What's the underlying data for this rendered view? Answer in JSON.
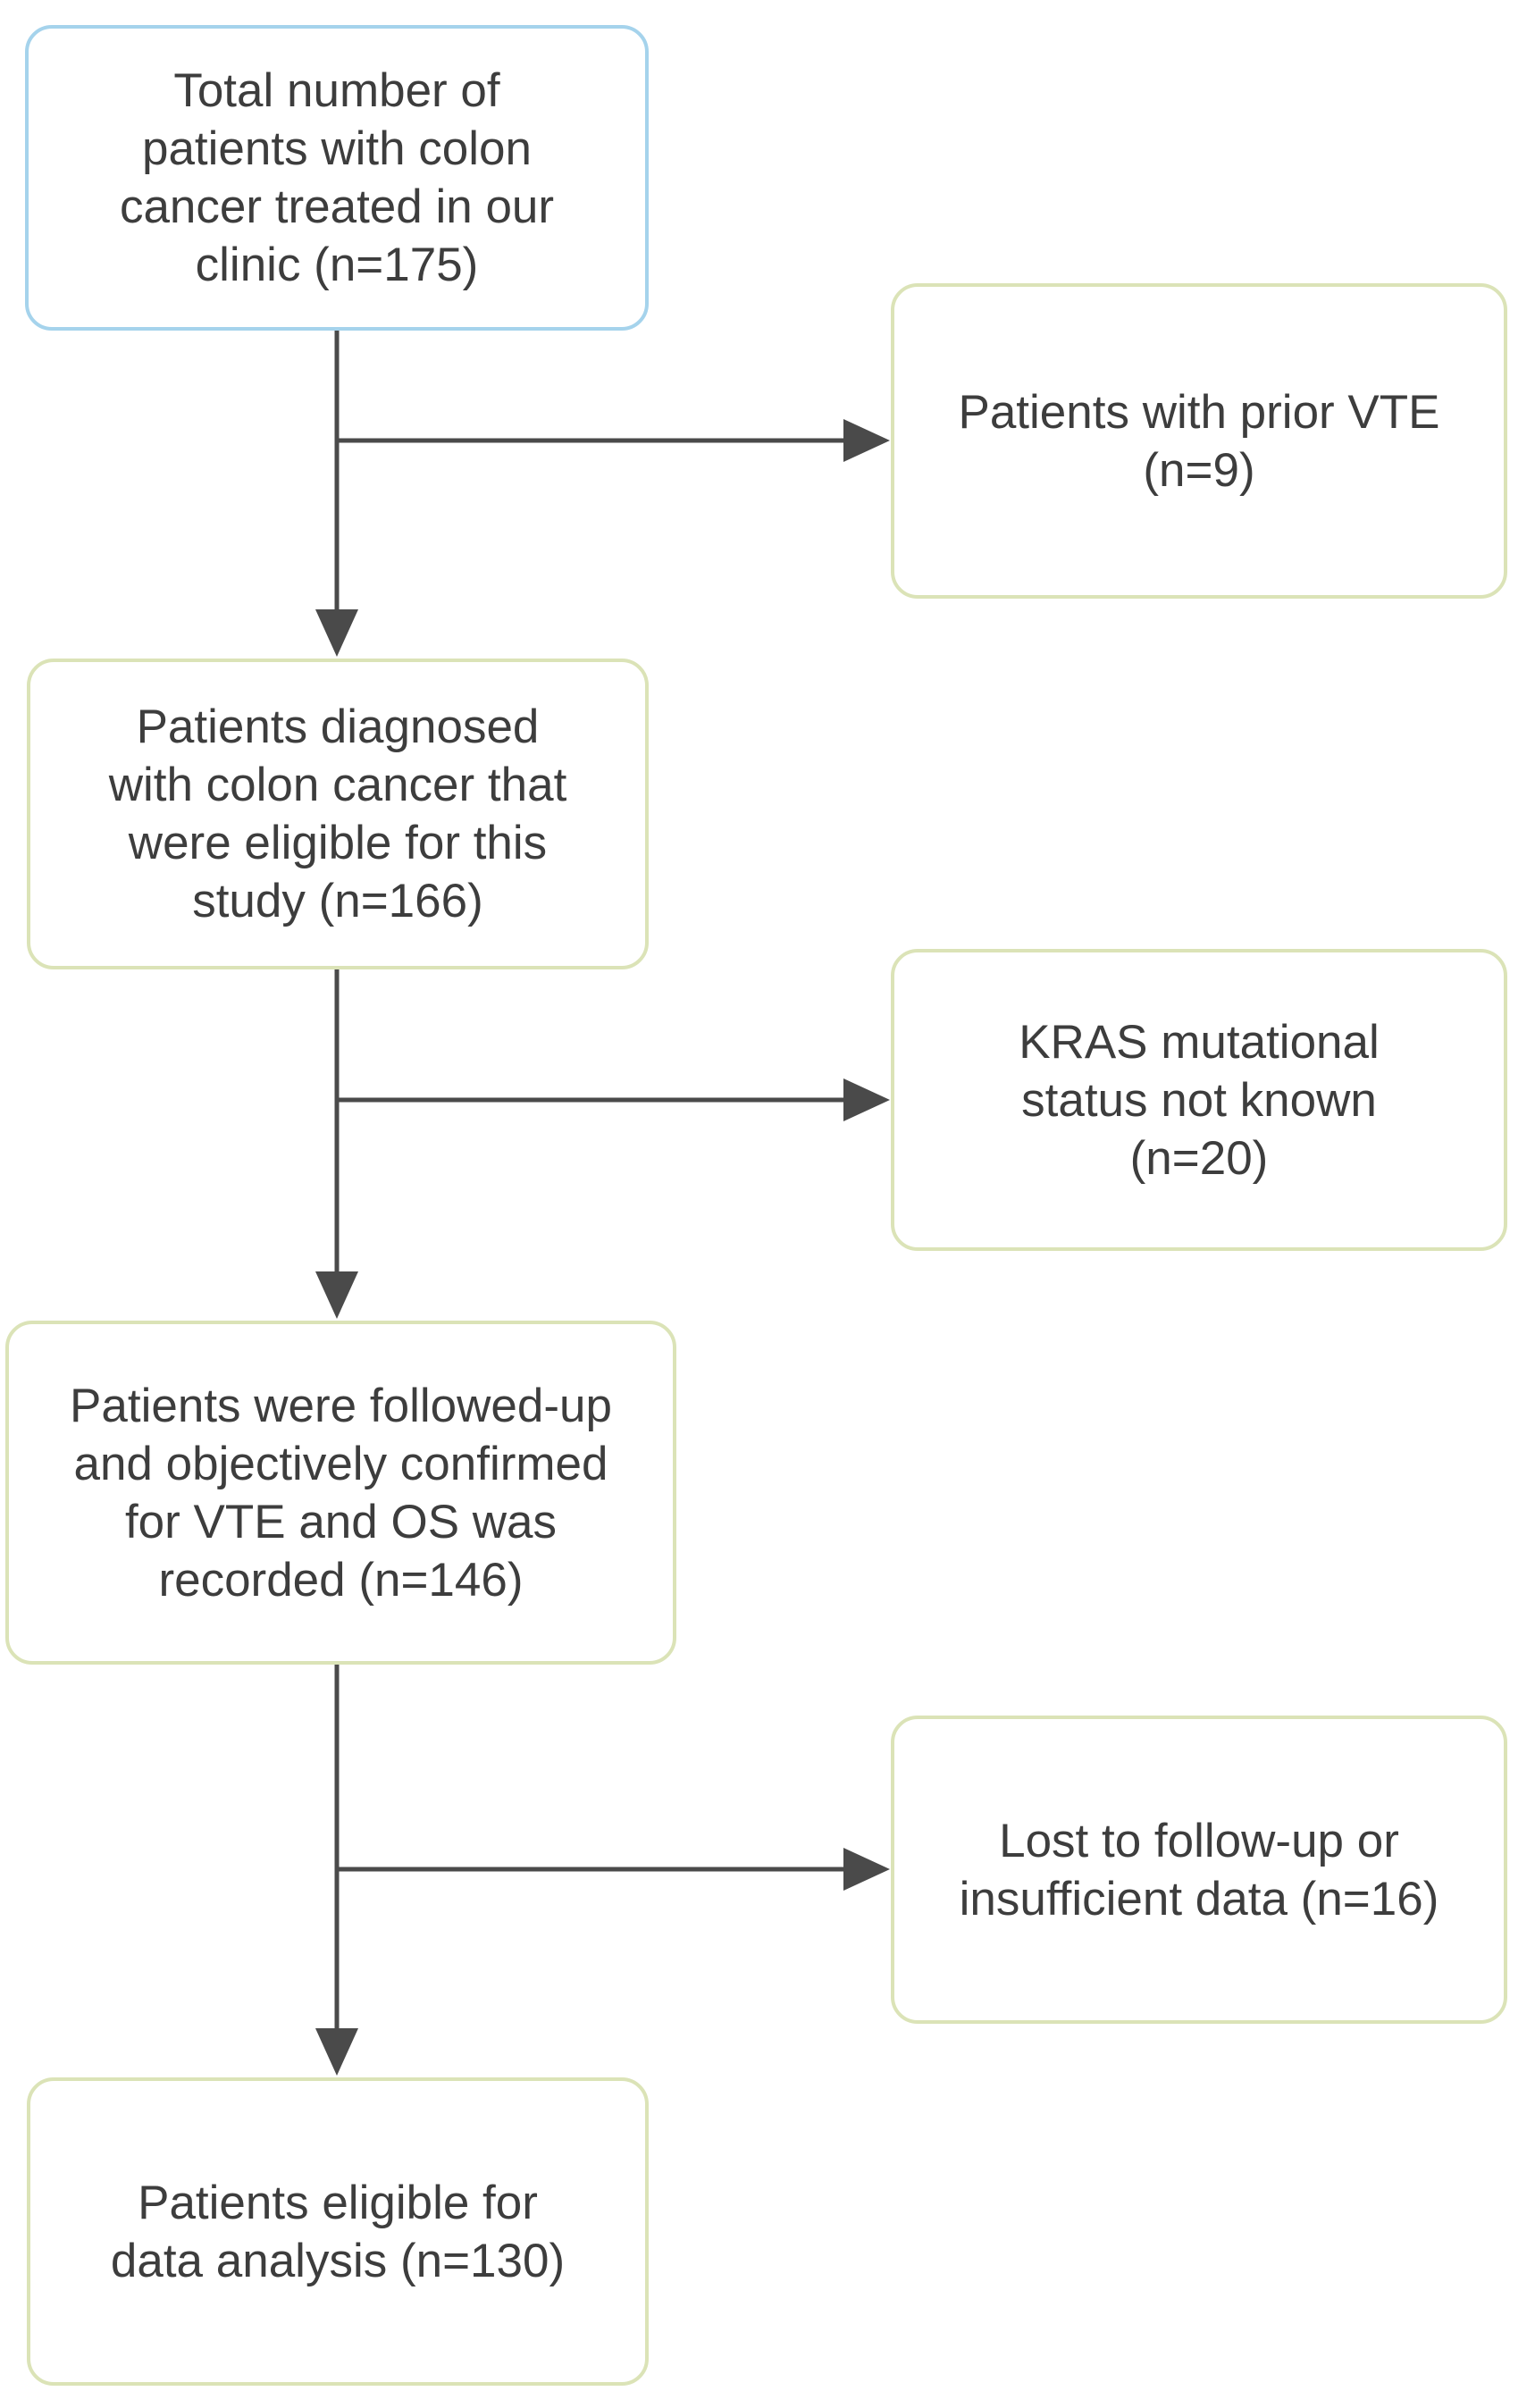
{
  "flowchart": {
    "colors": {
      "background": "#ffffff",
      "text": "#3d3d3d",
      "arrow": "#4a4a4a",
      "main_box_border_blue": "#a5d3ec",
      "box_border_green": "#dbe3b7"
    },
    "main_path": [
      {
        "id": "total-patients",
        "lines": [
          "Total number of",
          "patients with colon",
          "cancer treated in our",
          "clinic (n=175)"
        ],
        "n": 175,
        "border_color": "#a5d3ec"
      },
      {
        "id": "eligible-patients",
        "lines": [
          "Patients diagnosed",
          "with colon cancer that",
          "were eligible for this",
          "study (n=166)"
        ],
        "n": 166,
        "border_color": "#dbe3b7"
      },
      {
        "id": "followup-patients",
        "lines": [
          "Patients were followed-up",
          "and objectively confirmed",
          "for VTE and OS was",
          "recorded (n=146)"
        ],
        "n": 146,
        "border_color": "#dbe3b7"
      },
      {
        "id": "analysis-patients",
        "lines": [
          "Patients eligible for",
          "data analysis (n=130)"
        ],
        "n": 130,
        "border_color": "#dbe3b7"
      }
    ],
    "exclusions": [
      {
        "id": "prior-vte",
        "lines": [
          "Patients with prior VTE",
          "(n=9)"
        ],
        "n": 9,
        "border_color": "#dbe3b7"
      },
      {
        "id": "kras-unknown",
        "lines": [
          "KRAS mutational",
          "status not known",
          "(n=20)"
        ],
        "n": 20,
        "border_color": "#dbe3b7"
      },
      {
        "id": "lost-followup",
        "lines": [
          "Lost to follow-up or",
          "insufficient data (n=16)"
        ],
        "n": 16,
        "border_color": "#dbe3b7"
      }
    ]
  }
}
